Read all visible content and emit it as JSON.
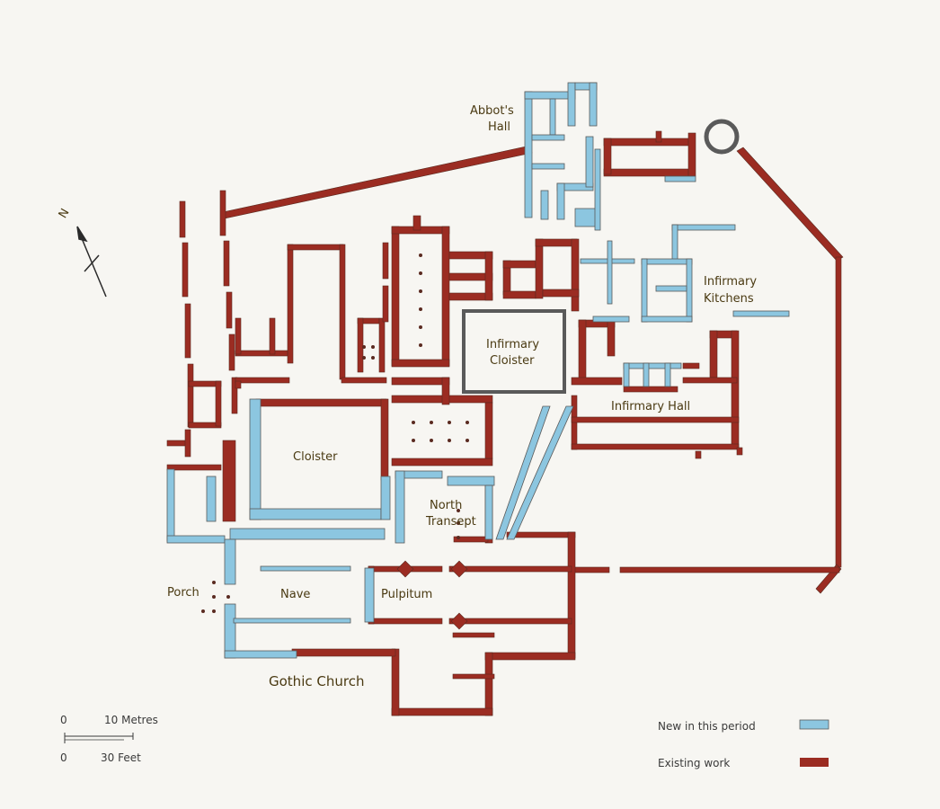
{
  "colors": {
    "new_work": "#8cc6e0",
    "existing_work": "#9b2c22",
    "wall_outline": "#5a5a5a",
    "label": "#4a3a12",
    "background": "#f7f6f2"
  },
  "labels": {
    "abbots_hall_1": "Abbot's",
    "abbots_hall_2": "Hall",
    "infirmary_kitchens_1": "Infirmary",
    "infirmary_kitchens_2": "Kitchens",
    "infirmary_cloister_1": "Infirmary",
    "infirmary_cloister_2": "Cloister",
    "infirmary_hall": "Infirmary Hall",
    "cloister": "Cloister",
    "north_transept_1": "North",
    "north_transept_2": "Transept",
    "porch": "Porch",
    "nave": "Nave",
    "pulpitum": "Pulpitum",
    "gothic_church": "Gothic Church",
    "north_arrow": "N"
  },
  "scale_bar": {
    "metres_zero": "0",
    "metres_label": "10 Metres",
    "feet_zero": "0",
    "feet_label": "30 Feet"
  },
  "legend": {
    "new": "New in this period",
    "existing": "Existing work"
  }
}
